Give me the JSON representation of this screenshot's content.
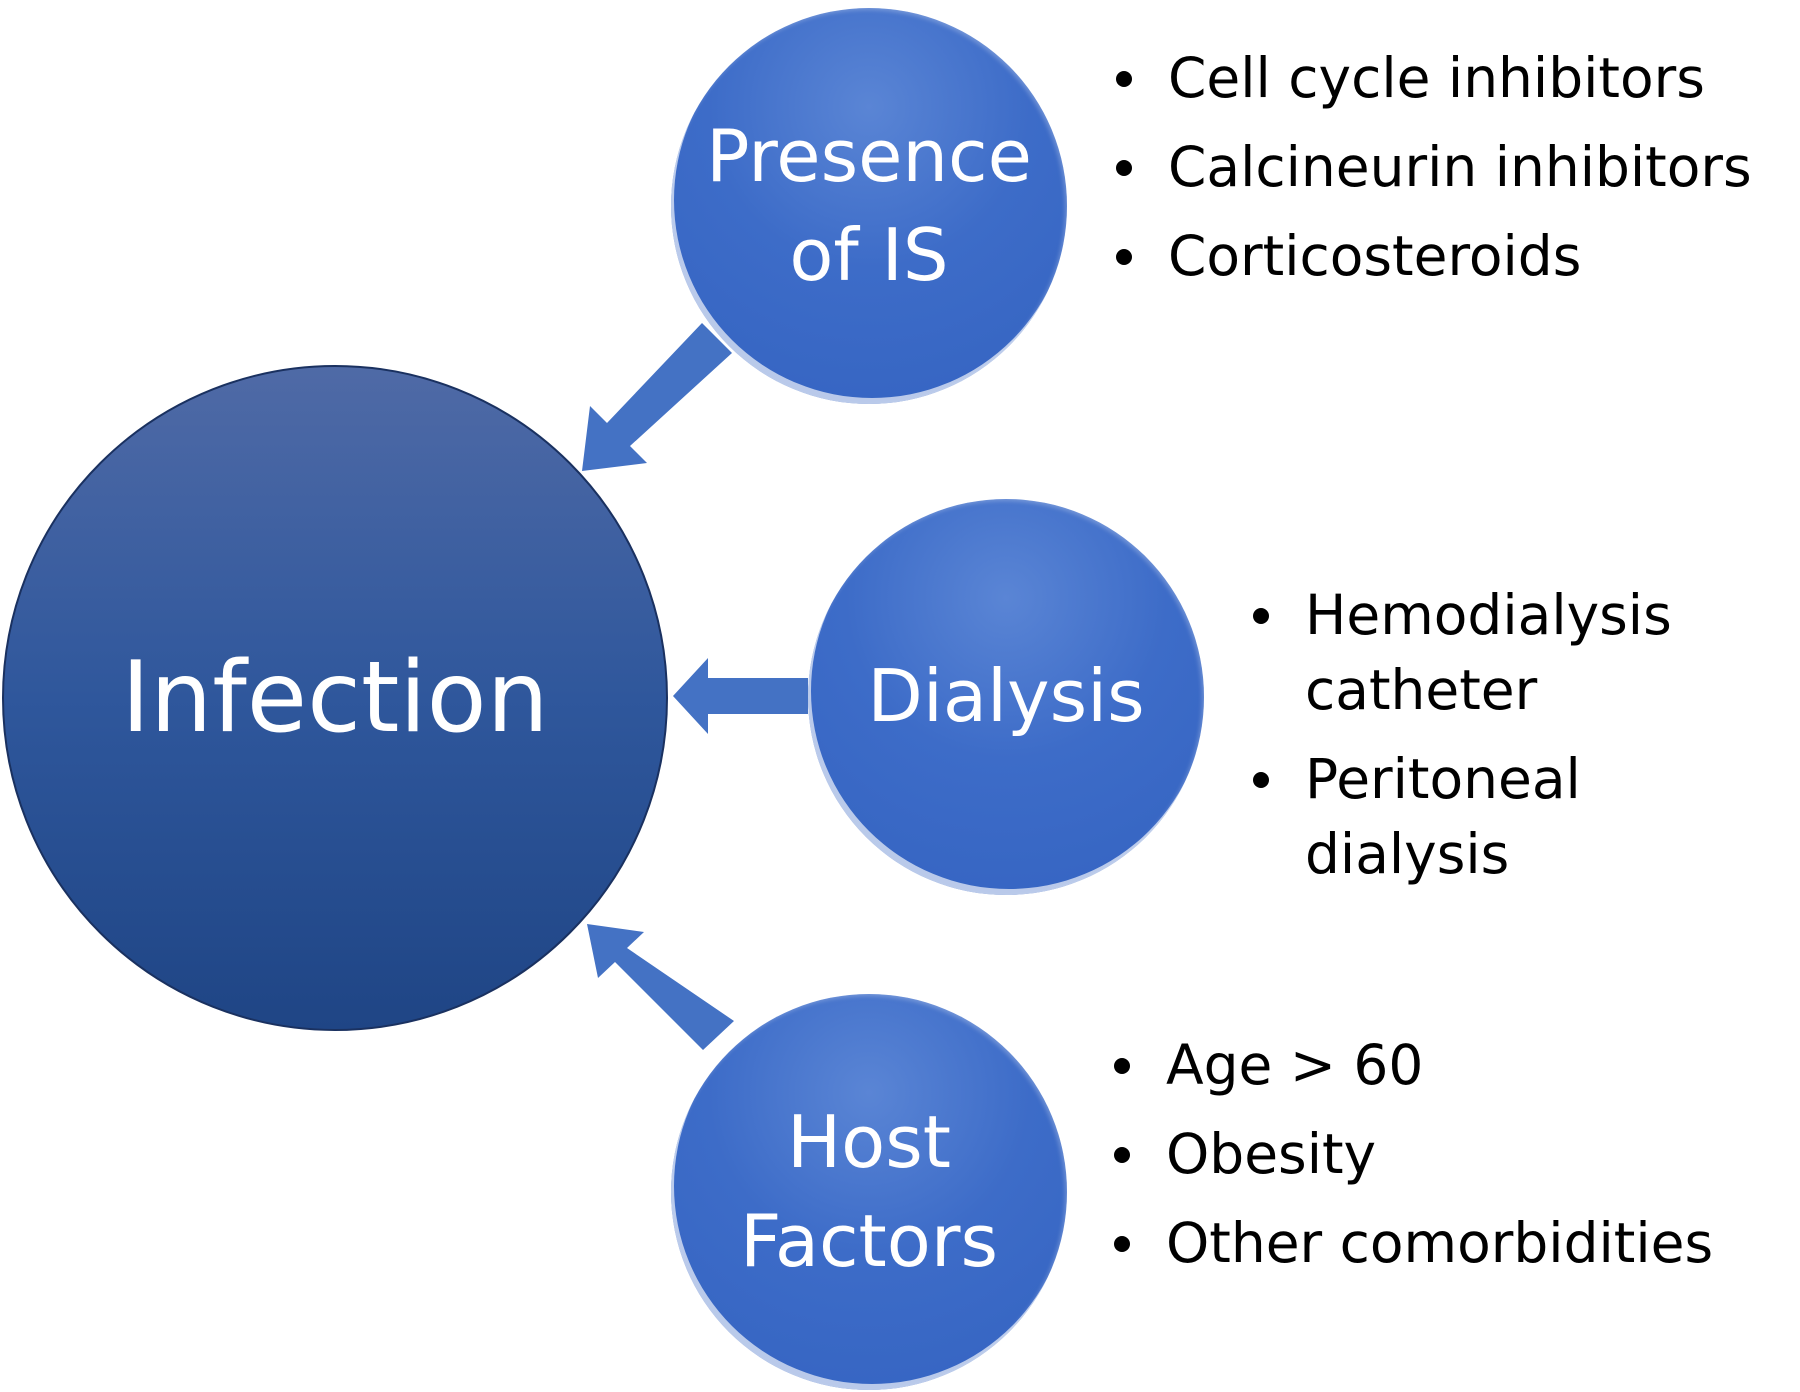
{
  "diagram": {
    "main_node": {
      "label": "Infection"
    },
    "nodes": [
      {
        "id": "is",
        "label_lines": [
          "Presence",
          "of IS"
        ],
        "items": [
          "Cell cycle inhibitors",
          "Calcineurin inhibitors",
          "Corticosteroids"
        ]
      },
      {
        "id": "dialysis",
        "label_lines": [
          "Dialysis"
        ],
        "items": [
          "Hemodialysis catheter",
          "Peritoneal dialysis"
        ]
      },
      {
        "id": "host",
        "label_lines": [
          "Host",
          "Factors"
        ],
        "items": [
          "Age > 60",
          "Obesity",
          "Other comorbidities"
        ]
      }
    ],
    "colors": {
      "main_circle": "#2f579c",
      "node_circle": "#3d6cc8",
      "arrow": "#4472c4",
      "text_on_circle": "#ffffff",
      "bullet_text": "#000000"
    }
  }
}
